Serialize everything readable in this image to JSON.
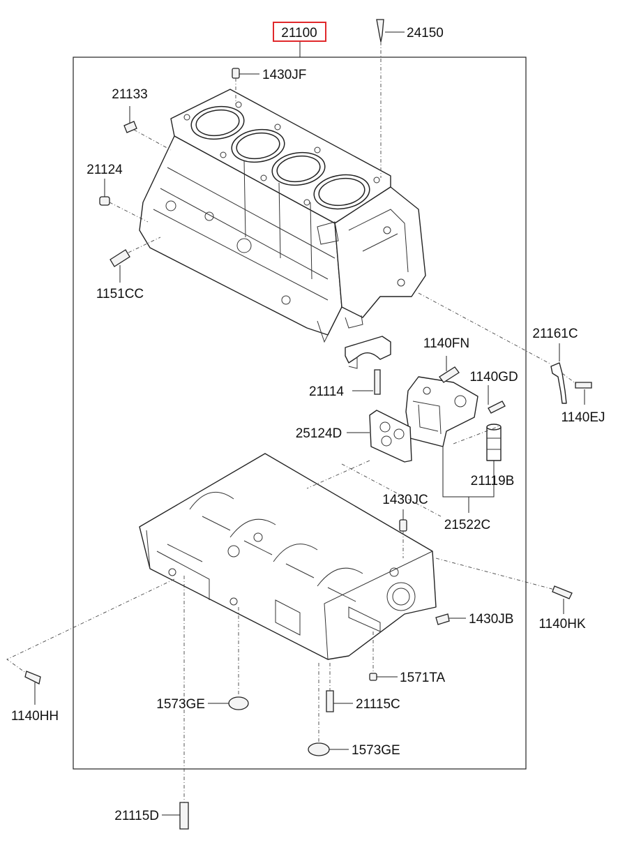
{
  "diagram": {
    "highlight_color": "#e0282b",
    "line_color": "#222222",
    "parts": [
      {
        "id": "21100",
        "label": "21100",
        "highlighted": true
      },
      {
        "id": "24150",
        "label": "24150"
      },
      {
        "id": "1430JF",
        "label": "1430JF"
      },
      {
        "id": "21133",
        "label": "21133"
      },
      {
        "id": "21124",
        "label": "21124"
      },
      {
        "id": "1151CC",
        "label": "1151CC"
      },
      {
        "id": "21161C",
        "label": "21161C"
      },
      {
        "id": "1140FN",
        "label": "1140FN"
      },
      {
        "id": "1140GD",
        "label": "1140GD"
      },
      {
        "id": "1140EJ",
        "label": "1140EJ"
      },
      {
        "id": "21114",
        "label": "21114"
      },
      {
        "id": "25124D",
        "label": "25124D"
      },
      {
        "id": "21119B",
        "label": "21119B"
      },
      {
        "id": "1430JC",
        "label": "1430JC"
      },
      {
        "id": "21522C",
        "label": "21522C"
      },
      {
        "id": "1140HK",
        "label": "1140HK"
      },
      {
        "id": "1430JB",
        "label": "1430JB"
      },
      {
        "id": "1571TA",
        "label": "1571TA"
      },
      {
        "id": "1140HH",
        "label": "1140HH"
      },
      {
        "id": "1573GE_left",
        "label": "1573GE"
      },
      {
        "id": "21115C",
        "label": "21115C"
      },
      {
        "id": "1573GE_right",
        "label": "1573GE"
      },
      {
        "id": "21115D",
        "label": "21115D"
      }
    ]
  }
}
